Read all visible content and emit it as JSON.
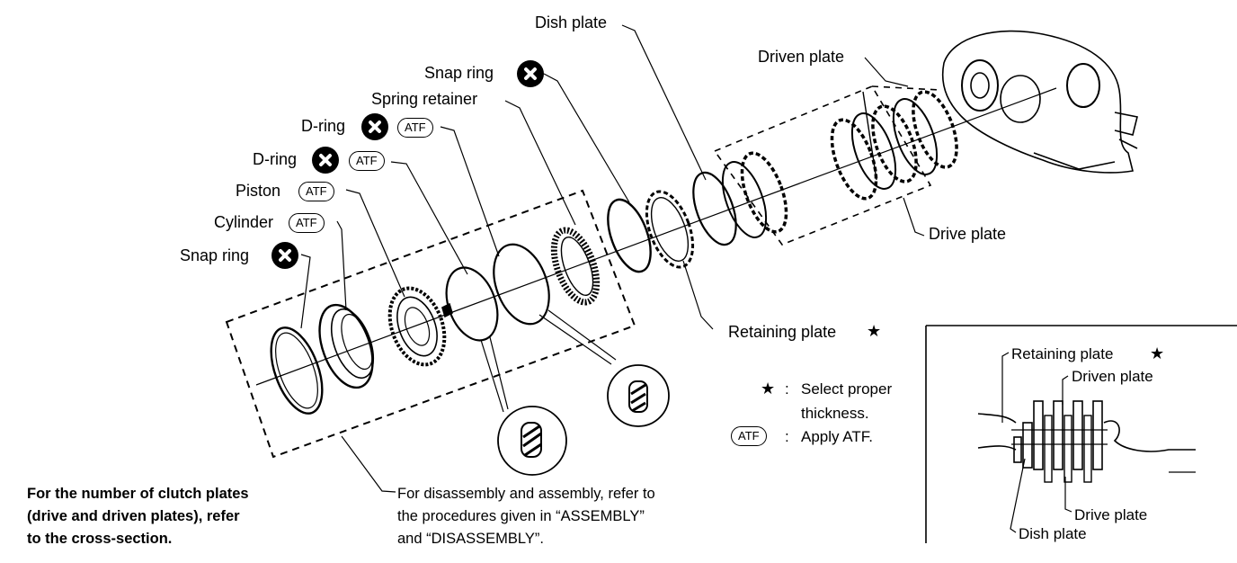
{
  "labels": {
    "dish_plate": "Dish plate",
    "driven_plate": "Driven plate",
    "snap_ring_top": "Snap ring",
    "spring_retainer": "Spring retainer",
    "d_ring_1": "D-ring",
    "d_ring_2": "D-ring",
    "piston": "Piston",
    "cylinder": "Cylinder",
    "snap_ring_bottom": "Snap ring",
    "drive_plate": "Drive plate",
    "retaining_plate": "Retaining plate"
  },
  "badges": {
    "atf": "ATF",
    "star": "★"
  },
  "legend": {
    "star_symbol": "★",
    "star_separator": ":",
    "star_text_line1": "Select proper",
    "star_text_line2": "thickness.",
    "atf_separator": ":",
    "atf_text": "Apply ATF."
  },
  "inset": {
    "retaining_plate": "Retaining plate",
    "driven_plate": "Driven plate",
    "drive_plate": "Drive plate",
    "dish_plate": "Dish plate"
  },
  "notes": {
    "left_line1": "For the number of clutch plates",
    "left_line2": "(drive and driven plates), refer",
    "left_line3": "to the cross-section.",
    "center_line1": "For disassembly and assembly, refer to",
    "center_line2": "the procedures given in “ASSEMBLY”",
    "center_line3": "and “DISASSEMBLY”."
  }
}
